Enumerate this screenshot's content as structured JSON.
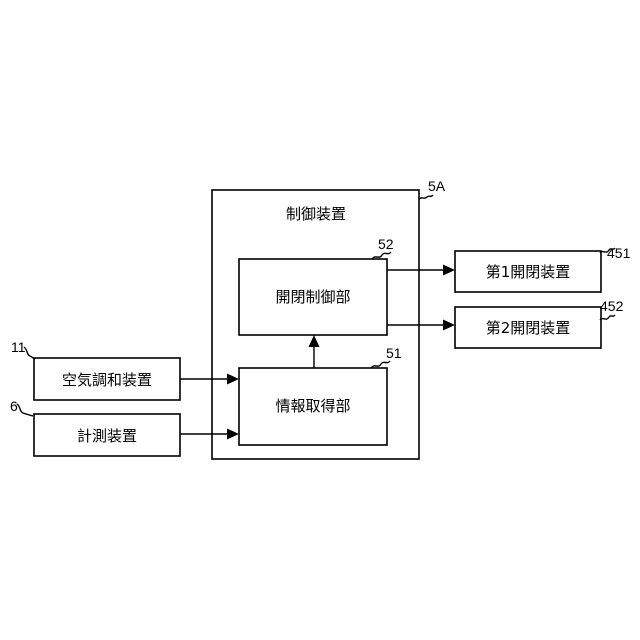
{
  "controller": {
    "label": "制御装置",
    "ref": "5A"
  },
  "open_close_control": {
    "label": "開閉制御部",
    "ref": "52"
  },
  "info_acquisition": {
    "label": "情報取得部",
    "ref": "51"
  },
  "air_conditioner": {
    "label": "空気調和装置",
    "ref": "11"
  },
  "measurement": {
    "label": "計測装置",
    "ref": "6"
  },
  "device_1": {
    "label": "第1開閉装置",
    "ref": "451"
  },
  "device_2": {
    "label": "第2開閉装置",
    "ref": "452"
  },
  "colors": {
    "stroke": "#000000",
    "background": "#ffffff"
  }
}
